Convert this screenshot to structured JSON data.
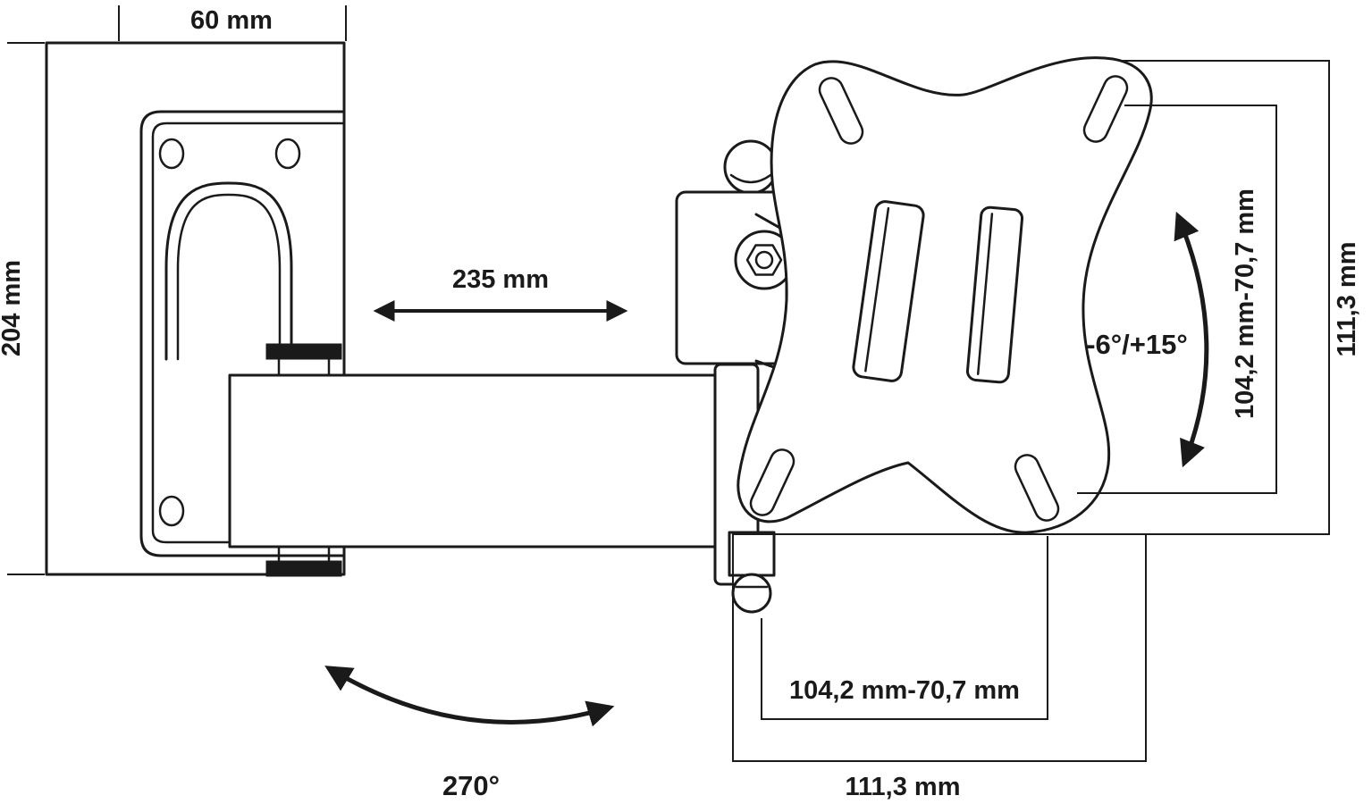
{
  "diagram": {
    "title": "monitor-wall-mount-dimension-drawing",
    "colors": {
      "line": "#1a1a1a",
      "background": "#ffffff"
    },
    "labels": {
      "top_width": "60 mm",
      "left_height": "204 mm",
      "arm_length": "235 mm",
      "tilt_range": "-6°/+15°",
      "vesa_range_right": "104,2 mm-70,7 mm",
      "plate_height_right": "111,3 mm",
      "vesa_range_bottom": "104,2 mm-70,7 mm",
      "plate_width_bottom": "111,3 mm",
      "swivel_range": "270°"
    }
  }
}
